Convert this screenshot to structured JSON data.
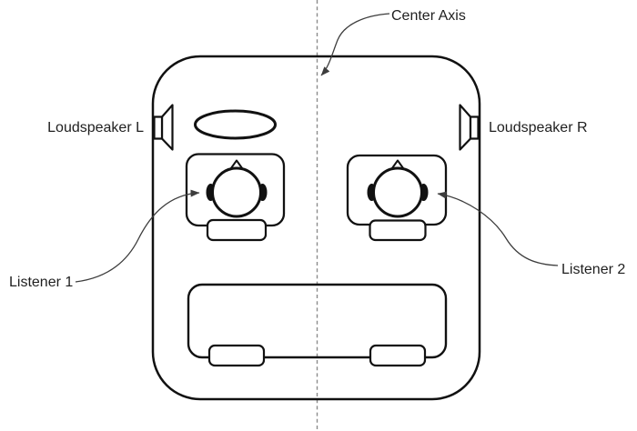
{
  "diagram": {
    "labels": {
      "center_axis": "Center Axis",
      "loudspeaker_left": "Loudspeaker L",
      "loudspeaker_right": "Loudspeaker R",
      "listener_1": "Listener 1",
      "listener_2": "Listener 2"
    },
    "icons": {
      "loudspeaker_left": "loudspeaker-icon",
      "loudspeaker_right": "loudspeaker-icon",
      "listener_1_head": "person-head-icon",
      "listener_2_head": "person-head-icon",
      "steering_wheel": "steering-wheel-icon"
    },
    "colors": {
      "background": "#ffffff",
      "outline": "#111111",
      "leader_line": "#3d3d3d",
      "center_axis_line": "#8c8c8c",
      "text": "#1f1f1f"
    }
  }
}
